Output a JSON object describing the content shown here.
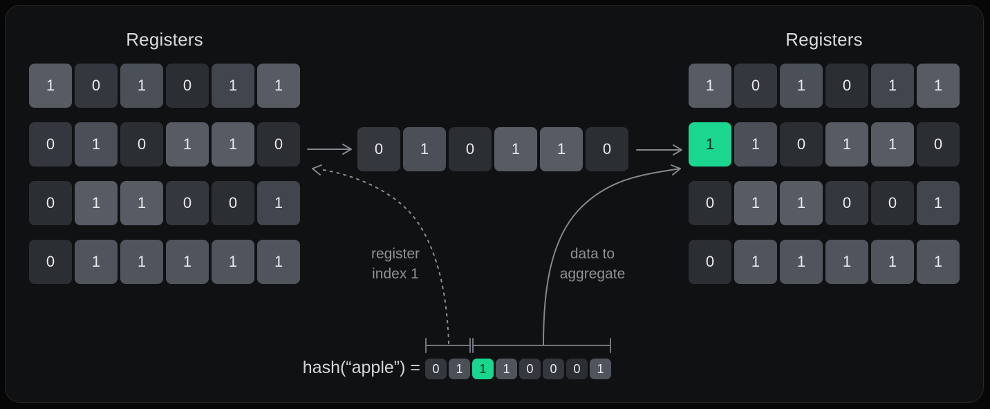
{
  "colors": {
    "accent": "#1ad68e",
    "card_bg": "#101113",
    "outer_bg": "#070708",
    "shades": {
      "s0": "#2b2e33",
      "s1": "#34383e",
      "s2": "#41454d",
      "s3": "#4a4f58",
      "s4": "#50545d",
      "s5": "#575b64",
      "green": "#1ad68e"
    }
  },
  "left_registers": {
    "title": "Registers",
    "rows": [
      [
        {
          "v": "1",
          "s": "s5"
        },
        {
          "v": "0",
          "s": "s1"
        },
        {
          "v": "1",
          "s": "s3"
        },
        {
          "v": "0",
          "s": "s0"
        },
        {
          "v": "1",
          "s": "s2"
        },
        {
          "v": "1",
          "s": "s5"
        }
      ],
      [
        {
          "v": "0",
          "s": "s1"
        },
        {
          "v": "1",
          "s": "s3"
        },
        {
          "v": "0",
          "s": "s0"
        },
        {
          "v": "1",
          "s": "s5"
        },
        {
          "v": "1",
          "s": "s5"
        },
        {
          "v": "0",
          "s": "s0"
        }
      ],
      [
        {
          "v": "0",
          "s": "s0"
        },
        {
          "v": "1",
          "s": "s5"
        },
        {
          "v": "1",
          "s": "s5"
        },
        {
          "v": "0",
          "s": "s1"
        },
        {
          "v": "0",
          "s": "s0"
        },
        {
          "v": "1",
          "s": "s2"
        }
      ],
      [
        {
          "v": "0",
          "s": "s0"
        },
        {
          "v": "1",
          "s": "s4"
        },
        {
          "v": "1",
          "s": "s4"
        },
        {
          "v": "1",
          "s": "s4"
        },
        {
          "v": "1",
          "s": "s4"
        },
        {
          "v": "1",
          "s": "s4"
        }
      ]
    ]
  },
  "middle_row": {
    "rows": [
      [
        {
          "v": "0",
          "s": "s1"
        },
        {
          "v": "1",
          "s": "s3"
        },
        {
          "v": "0",
          "s": "s0"
        },
        {
          "v": "1",
          "s": "s5"
        },
        {
          "v": "1",
          "s": "s5"
        },
        {
          "v": "0",
          "s": "s0"
        }
      ]
    ]
  },
  "right_registers": {
    "title": "Registers",
    "rows": [
      [
        {
          "v": "1",
          "s": "s5"
        },
        {
          "v": "0",
          "s": "s1"
        },
        {
          "v": "1",
          "s": "s3"
        },
        {
          "v": "0",
          "s": "s0"
        },
        {
          "v": "1",
          "s": "s2"
        },
        {
          "v": "1",
          "s": "s5"
        }
      ],
      [
        {
          "v": "1",
          "s": "green"
        },
        {
          "v": "1",
          "s": "s3"
        },
        {
          "v": "0",
          "s": "s0"
        },
        {
          "v": "1",
          "s": "s5"
        },
        {
          "v": "1",
          "s": "s5"
        },
        {
          "v": "0",
          "s": "s0"
        }
      ],
      [
        {
          "v": "0",
          "s": "s0"
        },
        {
          "v": "1",
          "s": "s5"
        },
        {
          "v": "1",
          "s": "s5"
        },
        {
          "v": "0",
          "s": "s1"
        },
        {
          "v": "0",
          "s": "s0"
        },
        {
          "v": "1",
          "s": "s2"
        }
      ],
      [
        {
          "v": "0",
          "s": "s0"
        },
        {
          "v": "1",
          "s": "s4"
        },
        {
          "v": "1",
          "s": "s4"
        },
        {
          "v": "1",
          "s": "s4"
        },
        {
          "v": "1",
          "s": "s4"
        },
        {
          "v": "1",
          "s": "s4"
        }
      ]
    ]
  },
  "labels": {
    "register_index": {
      "line1": "register",
      "line2": "index 1"
    },
    "data_to_aggregate": {
      "line1": "data to",
      "line2": "aggregate"
    }
  },
  "hash": {
    "label": "hash(“apple”) =",
    "bits": [
      {
        "v": "0",
        "s": "s1"
      },
      {
        "v": "1",
        "s": "s3"
      },
      {
        "v": "1",
        "s": "green"
      },
      {
        "v": "1",
        "s": "s4"
      },
      {
        "v": "0",
        "s": "s1"
      },
      {
        "v": "0",
        "s": "s1"
      },
      {
        "v": "0",
        "s": "s0"
      },
      {
        "v": "1",
        "s": "s4"
      }
    ]
  }
}
